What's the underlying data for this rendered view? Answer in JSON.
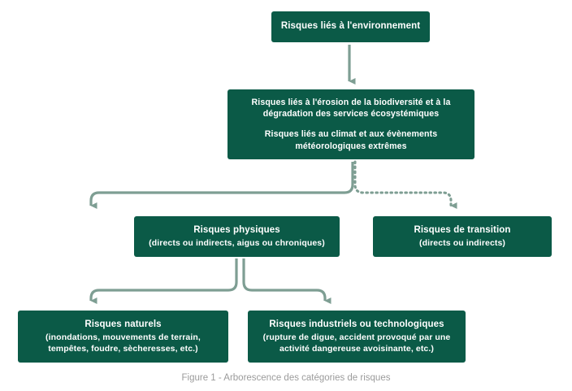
{
  "figure": {
    "caption": "Figure 1 - Arborescence des catégories de risques",
    "colors": {
      "box_fill": "#0b5a47",
      "box_text": "#ffffff",
      "connector": "#7e9e93",
      "caption_text": "#9b9b9b",
      "background": "#ffffff"
    }
  },
  "nodes": {
    "environment": {
      "title": "Risques liés à l'environnement"
    },
    "erosion_climat": {
      "paragraph_1": "Risques liés à l'érosion de la biodiversité et à la dégradation des services écosystémiques",
      "paragraph_2": "Risques liés au climat et aux évènements météorologiques extrêmes"
    },
    "physiques": {
      "title": "Risques physiques",
      "subtitle": "(directs ou indirects, aigus ou chroniques)"
    },
    "transition": {
      "title": "Risques de transition",
      "subtitle": "(directs ou indirects)"
    },
    "naturels": {
      "title": "Risques naturels",
      "subtitle": "(inondations, mouvements de terrain, tempêtes, foudre, sècheresses, etc.)"
    },
    "industriels": {
      "title": "Risques industriels ou technologiques",
      "subtitle": "(rupture de digue, accident provoqué par une activité dangereuse avoisinante, etc.)"
    }
  },
  "connectors": [
    {
      "name": "environment-to-erosion",
      "style": "solid",
      "from": "environment",
      "to": "erosion_climat"
    },
    {
      "name": "erosion-to-physiques",
      "style": "solid",
      "from": "erosion_climat",
      "to": "physiques"
    },
    {
      "name": "erosion-to-transition",
      "style": "dotted",
      "from": "erosion_climat",
      "to": "transition"
    },
    {
      "name": "physiques-to-naturels",
      "style": "solid",
      "from": "physiques",
      "to": "naturels"
    },
    {
      "name": "physiques-to-industriels",
      "style": "solid",
      "from": "physiques",
      "to": "industriels"
    }
  ]
}
